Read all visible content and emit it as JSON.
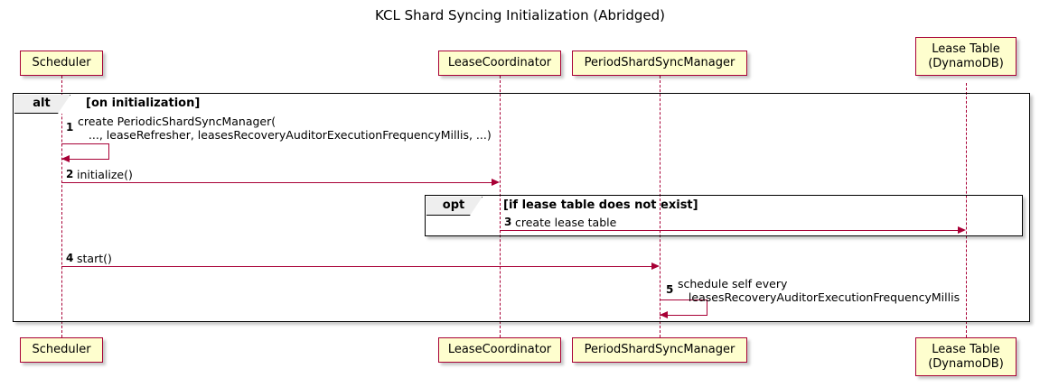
{
  "diagram": {
    "type": "uml-sequence-diagram",
    "title": "KCL Shard Syncing Initialization (Abridged)",
    "colors": {
      "participant_fill": "#FEFECE",
      "participant_border": "#A80036",
      "message_line": "#A80036",
      "fragment_border": "#000000",
      "fragment_label_fill": "#EEEEEE",
      "background": "#FFFFFF"
    }
  },
  "participants": [
    {
      "id": "scheduler",
      "label": "Scheduler"
    },
    {
      "id": "lease_coordinator",
      "label": "LeaseCoordinator"
    },
    {
      "id": "period_shard_sync_manager",
      "label": "PeriodShardSyncManager"
    },
    {
      "id": "lease_table",
      "label_line1": "Lease Table",
      "label_line2": "(DynamoDB)"
    }
  ],
  "fragments": [
    {
      "id": "alt",
      "operator": "alt",
      "guard": "[on initialization]"
    },
    {
      "id": "opt",
      "operator": "opt",
      "guard": "[if lease table does not exist]"
    }
  ],
  "messages": [
    {
      "seq": "1",
      "from": "scheduler",
      "to": "scheduler",
      "kind": "self",
      "text_line1": "create PeriodicShardSyncManager(",
      "text_line2": "   ..., leaseRefresher, leasesRecoveryAuditorExecutionFrequencyMillis, ...)"
    },
    {
      "seq": "2",
      "from": "scheduler",
      "to": "lease_coordinator",
      "kind": "call",
      "text_line1": "initialize()",
      "text_line2": ""
    },
    {
      "seq": "3",
      "from": "lease_coordinator",
      "to": "lease_table",
      "kind": "call",
      "text_line1": "create lease table",
      "text_line2": ""
    },
    {
      "seq": "4",
      "from": "scheduler",
      "to": "period_shard_sync_manager",
      "kind": "call",
      "text_line1": "start()",
      "text_line2": ""
    },
    {
      "seq": "5",
      "from": "period_shard_sync_manager",
      "to": "period_shard_sync_manager",
      "kind": "self",
      "text_line1": "schedule self every",
      "text_line2": "   leasesRecoveryAuditorExecutionFrequencyMillis"
    }
  ]
}
